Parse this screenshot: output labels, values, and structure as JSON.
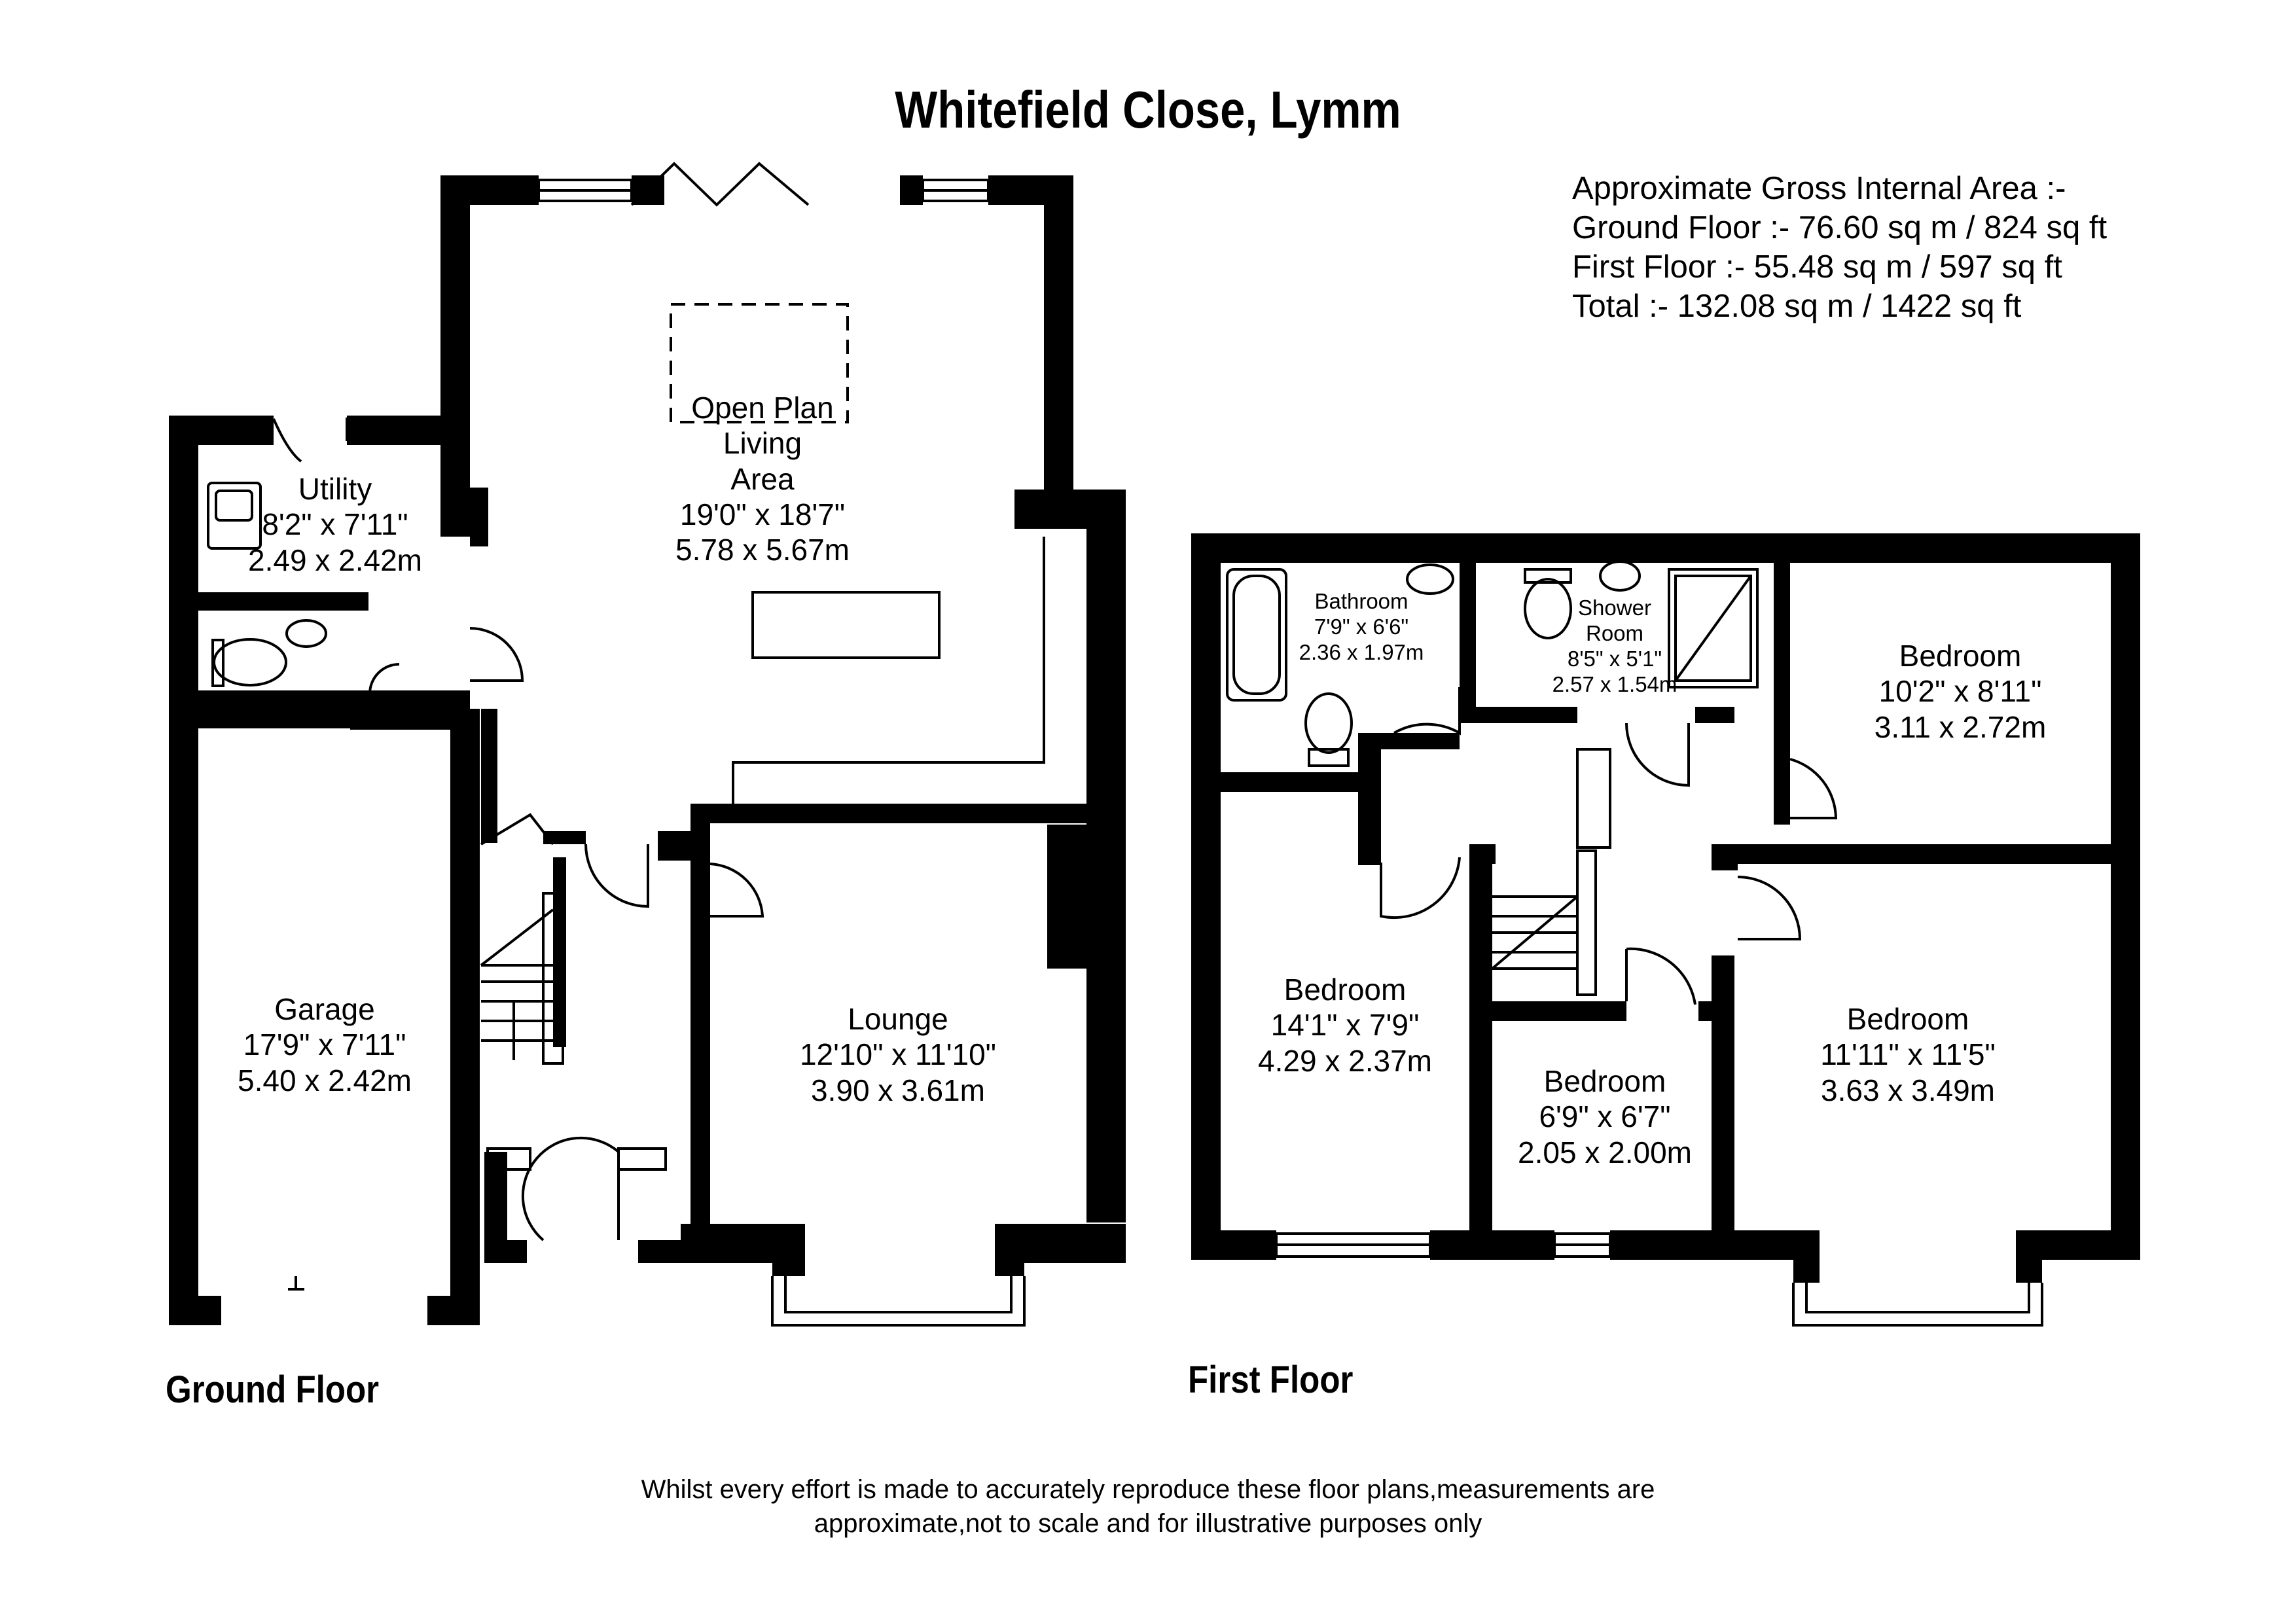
{
  "title": "Whitefield Close, Lymm",
  "areas": {
    "heading": "Approximate Gross Internal Area :-",
    "ground": "Ground Floor :- 76.60 sq m / 824 sq ft",
    "first": "First Floor :- 55.48 sq m / 597 sq ft",
    "total": "Total :- 132.08 sq m / 1422 sq ft"
  },
  "floors": {
    "ground": "Ground Floor",
    "first": "First Floor"
  },
  "rooms": {
    "open_plan": {
      "name1": "Open Plan",
      "name2": "Living",
      "name3": "Area",
      "imperial": "19'0\" x 18'7\"",
      "metric": "5.78 x 5.67m"
    },
    "utility": {
      "name": "Utility",
      "imperial": "8'2\" x 7'11\"",
      "metric": "2.49 x 2.42m"
    },
    "garage": {
      "name": "Garage",
      "imperial": "17'9\" x 7'11\"",
      "metric": "5.40 x 2.42m"
    },
    "lounge": {
      "name": "Lounge",
      "imperial": "12'10\" x 11'10\"",
      "metric": "3.90 x 3.61m"
    },
    "bathroom": {
      "name": "Bathroom",
      "imperial": "7'9\" x 6'6\"",
      "metric": "2.36 x 1.97m"
    },
    "shower": {
      "name1": "Shower",
      "name2": "Room",
      "imperial": "8'5\" x 5'1\"",
      "metric": "2.57 x 1.54m"
    },
    "bed_ne": {
      "name": "Bedroom",
      "imperial": "10'2\" x 8'11\"",
      "metric": "3.11 x 2.72m"
    },
    "bed_w": {
      "name": "Bedroom",
      "imperial": "14'1\" x 7'9\"",
      "metric": "4.29 x 2.37m"
    },
    "bed_small": {
      "name": "Bedroom",
      "imperial": "6'9\" x 6'7\"",
      "metric": "2.05 x 2.00m"
    },
    "bed_se": {
      "name": "Bedroom",
      "imperial": "11'11\" x 11'5\"",
      "metric": "3.63 x 3.49m"
    }
  },
  "disclaimer": {
    "line1": "Whilst every effort is made to accurately reproduce these floor plans,measurements are",
    "line2": "approximate,not to scale and for illustrative purposes only"
  }
}
